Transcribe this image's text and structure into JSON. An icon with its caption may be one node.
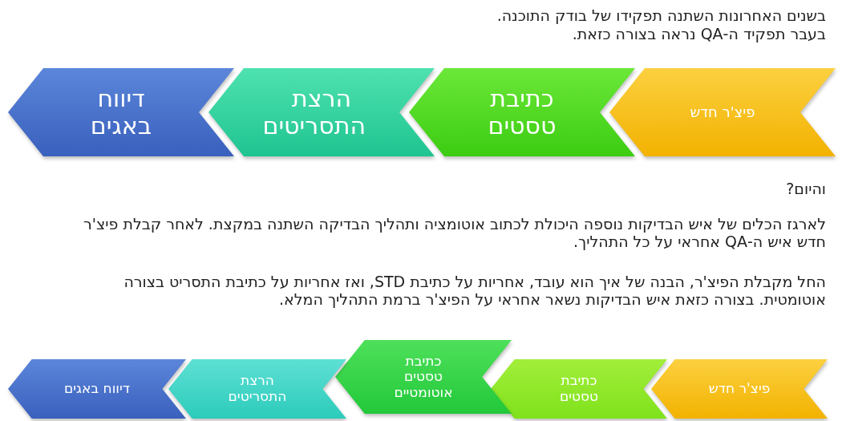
{
  "diagram": {
    "nodes": [
      {
        "text": [
          "פיצ'ר חדש"
        ]
      },
      {
        "text": [
          "כתיבת טסטים"
        ]
      },
      {
        "text": [
          "הרצת התסריטים"
        ]
      },
      {
        "text": [
          "דיווח באגים"
        ]
      },
      {
        "text": [
          "פיצ'ר חדש"
        ]
      },
      {
        "text": [
          "כתיבת טסטים"
        ]
      },
      {
        "text": [
          "כתיבת טסטים אוטומטיים"
        ]
      },
      {
        "text": [
          "הרצת התסריטים"
        ]
      },
      {
        "text": [
          "דיווח באגים"
        ]
      }
    ],
    "labels": [
      "בשנים האחרונות השתנה תפקידו של בודק התוכנה.",
      "בעבר תפקיד ה-QA נראה בצורה כזאת.",
      "והיום?",
      "לארגז הכלים של איש הבדיקות נוספה היכולת לכתוב אוטומציה ותהליך הבדיקה השתנה במקצת. לאחר קבלת פיצ'ר חדש איש ה-QA אחראי על כל התהליך.",
      "החל מקבלת הפיצ'ר, הבנה של איך הוא עובד, אחריות על כתיבת STD, ואז אחריות על כתיבת התסריט בצורה אוטומטית. בצורה כזאת איש הבדיקות נשאר אחראי על הפיצ'ר ברמת התהליך המלא."
    ]
  }
}
